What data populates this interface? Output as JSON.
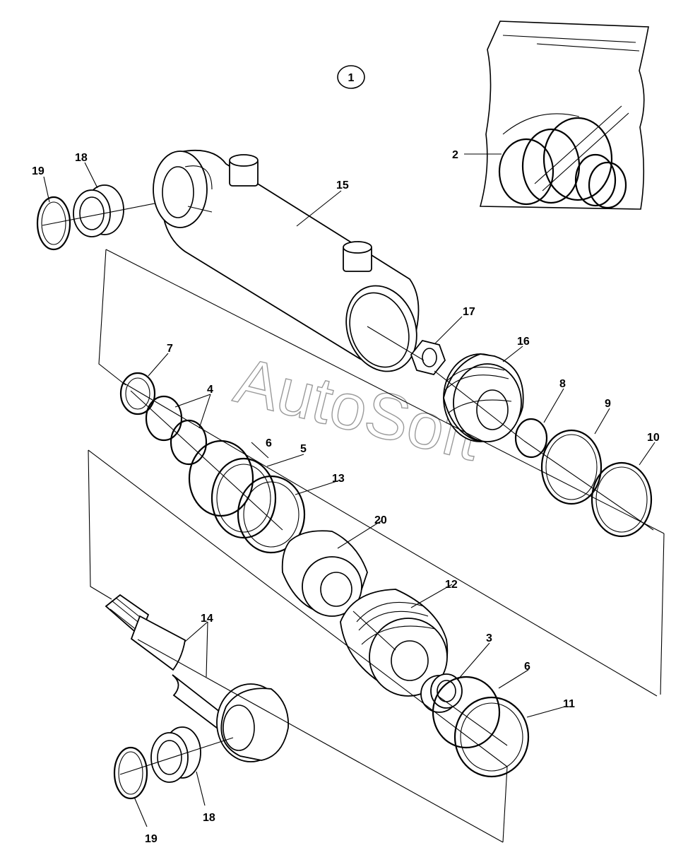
{
  "watermark": "AutoSoft",
  "assembly_badge": "1",
  "labels": {
    "l2": "2",
    "l3": "3",
    "l4": "4",
    "l5": "5",
    "l6a": "6",
    "l6b": "6",
    "l7": "7",
    "l8": "8",
    "l9": "9",
    "l10": "10",
    "l11": "11",
    "l12": "12",
    "l13": "13",
    "l14": "14",
    "l15": "15",
    "l16": "16",
    "l17": "17",
    "l18a": "18",
    "l18b": "18",
    "l19a": "19",
    "l19b": "19",
    "l20": "20"
  }
}
